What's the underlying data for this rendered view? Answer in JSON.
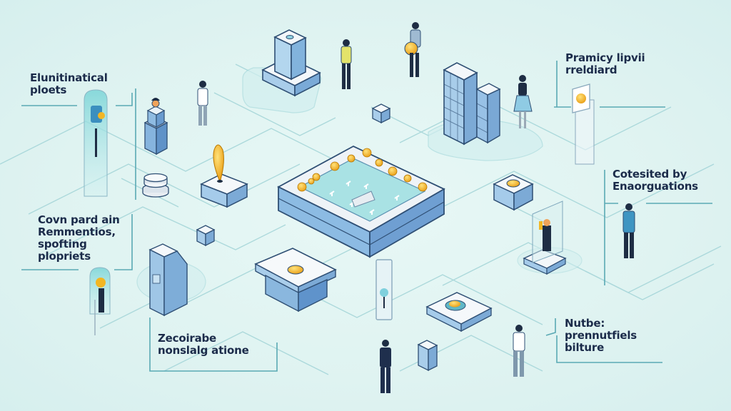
{
  "title": "Isometric network illustration with annotated callouts",
  "colors": {
    "background": "#e3f5f3",
    "circuit_line": "#9fd3d6",
    "callout_line": "#5aa9b4",
    "block_top": "#f4f8fb",
    "block_side_light": "#a9cdea",
    "block_side_dark": "#6fa3d3",
    "outline": "#2f4f74",
    "accent_gold": "#f2b624",
    "label_text": "#1b2b4a"
  },
  "labels": [
    {
      "id": "top-left",
      "lines": [
        "Elunitinatical",
        "ploets"
      ]
    },
    {
      "id": "middle-left",
      "lines": [
        "Covn pard ain",
        "Remmentios,",
        "spofting",
        "plopriets"
      ]
    },
    {
      "id": "bottom-center-left",
      "lines": [
        "Zecoirabe",
        "nonslalg ationе"
      ]
    },
    {
      "id": "top-right",
      "lines": [
        "Pramicy lipvii",
        "rreldiard"
      ]
    },
    {
      "id": "middle-right",
      "lines": [
        "Cotesited by",
        "Enaorguations"
      ]
    },
    {
      "id": "bottom-right",
      "lines": [
        "Nutbe:",
        "prennutfiels",
        "bilture"
      ]
    }
  ],
  "objects": [
    {
      "name": "central-platform",
      "description": "large isometric tray with gold nodes"
    },
    {
      "name": "office-tower",
      "description": "blue high-rise building"
    },
    {
      "name": "pedestal-tower",
      "description": "blue pillar on square base"
    },
    {
      "name": "gold-map-pin",
      "description": "yellow pin on block"
    },
    {
      "name": "server-tower",
      "description": "stacked blue tower"
    },
    {
      "name": "coin-stack",
      "description": "white disc stack"
    },
    {
      "name": "atm-kiosk",
      "description": "blue kiosk machine"
    },
    {
      "name": "coin-vault",
      "description": "white topped box with gold coin"
    },
    {
      "name": "coin-block",
      "description": "box with gold coin on top"
    },
    {
      "name": "glass-booth",
      "description": "glass booth with person"
    },
    {
      "name": "coin-tray",
      "description": "flat tray with coin"
    },
    {
      "name": "mirror-panel",
      "description": "tall glass panel"
    },
    {
      "name": "small-cabinet",
      "description": "small blue cabinet"
    },
    {
      "name": "signboard-kiosk",
      "description": "tall sign with gold symbol"
    },
    {
      "name": "capsule-left-top",
      "description": "glass capsule with figure"
    },
    {
      "name": "capsule-left-bottom",
      "description": "glass capsule with figure"
    }
  ],
  "people": [
    {
      "name": "person-yellow-shirt"
    },
    {
      "name": "person-holding-coin"
    },
    {
      "name": "person-white-shirt"
    },
    {
      "name": "person-skirt"
    },
    {
      "name": "person-blue-sweater"
    },
    {
      "name": "person-suit"
    },
    {
      "name": "person-white-top"
    }
  ]
}
